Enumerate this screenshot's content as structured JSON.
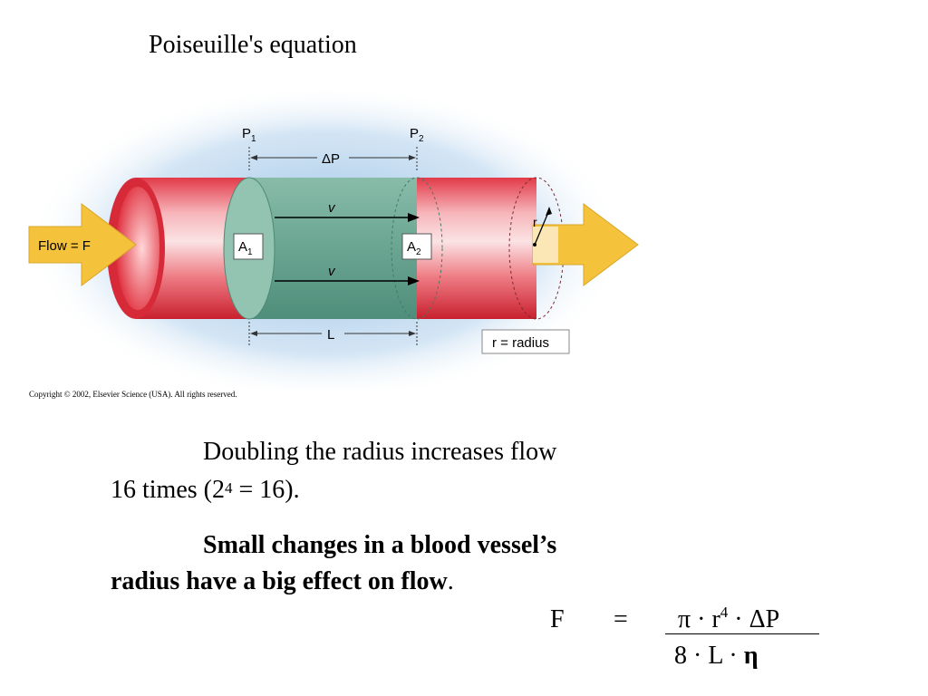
{
  "title": "Poiseuille's equation",
  "diagram": {
    "label_p1": "P",
    "label_p1_sub": "1",
    "label_p2": "P",
    "label_p2_sub": "2",
    "label_delta_p": "ΔP",
    "label_v_top": "v",
    "label_v_bottom": "v",
    "label_a1": "A",
    "label_a1_sub": "1",
    "label_a2": "A",
    "label_a2_sub": "2",
    "label_r": "r",
    "label_l": "L",
    "flow_label": "Flow = F",
    "radius_legend": "r = radius",
    "colors": {
      "tube": "#e84a55",
      "segment": "#5f9f8a",
      "arrow": "#f7c53e",
      "glow": "#9cc6e6"
    }
  },
  "copyright": "Copyright © 2002, Elsevier Science (USA).  All rights reserved.",
  "text": {
    "para1_line1": "Doubling the radius increases flow",
    "para1_line2_a": "16 times (2",
    "para1_line2_sup": "4",
    "para1_line2_b": " = 16).",
    "para2_line1": "Small changes in a blood vessel’s",
    "para2_line2": "radius have a big effect on flow",
    "para2_period": "."
  },
  "equation": {
    "lhs": "F",
    "equals": "=",
    "numerator_a": "π · r",
    "numerator_sup": "4",
    "numerator_b": " · ΔP",
    "denominator_a": "8 · L · ",
    "denominator_eta": "η"
  }
}
